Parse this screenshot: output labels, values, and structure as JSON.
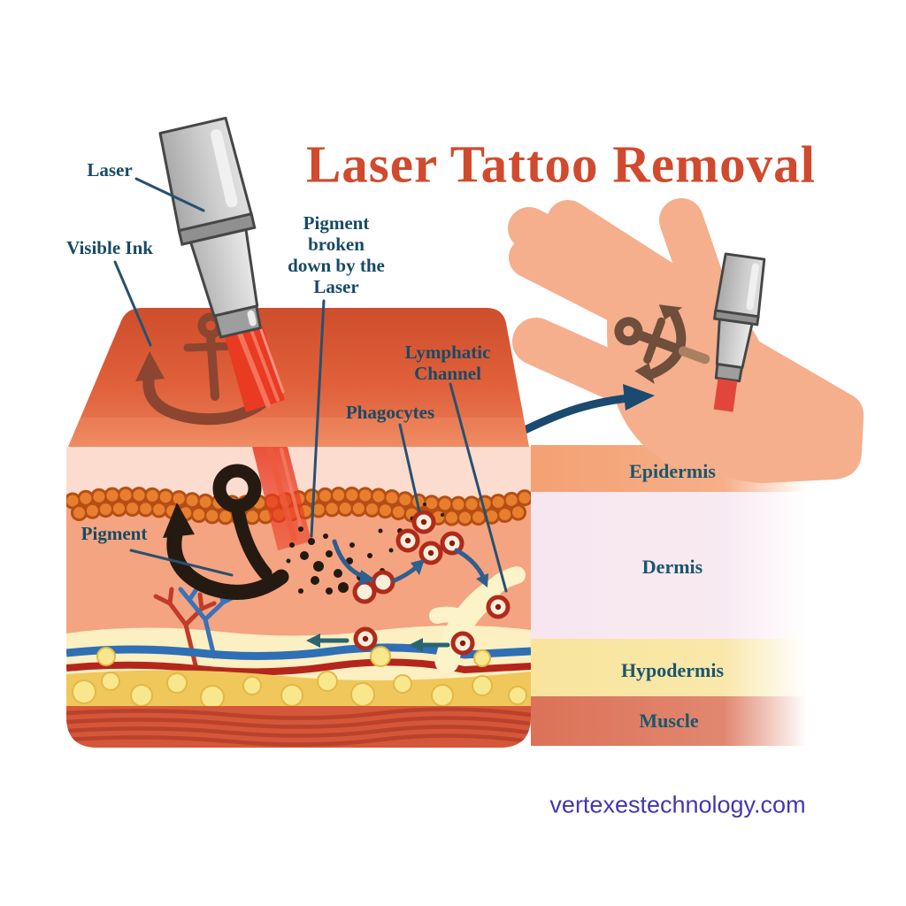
{
  "title": "Laser Tattoo Removal",
  "watermark": "vertexestechnology.com",
  "callouts": {
    "laser": "Laser",
    "visible_ink": "Visible Ink",
    "pigment_broken_lines": [
      "Pigment",
      "broken",
      "down by the",
      "Laser"
    ],
    "lymphatic_lines": [
      "Lymphatic",
      "Channel"
    ],
    "phagocytes": "Phagocytes",
    "pigment": "Pigment"
  },
  "skin_layers": [
    {
      "label": "Epidermis",
      "color": "#F4A173"
    },
    {
      "label": "Dermis",
      "color": "#F7E6EF"
    },
    {
      "label": "Hypodermis",
      "color": "#F8E49C"
    },
    {
      "label": "Muscle",
      "color": "#DC7257"
    }
  ],
  "palette": {
    "title_color": "#D14A2E",
    "callout_text_color": "#174A66",
    "watermark_color": "#4337B2",
    "skin_surface": "#DD5C36",
    "dermis_fill": "#F4A480",
    "hand_skin": "#F5AF8D",
    "laser_beam_red": "#E93A22",
    "pigment_black": "#241A12",
    "arrow_navy": "#1A4A70"
  }
}
